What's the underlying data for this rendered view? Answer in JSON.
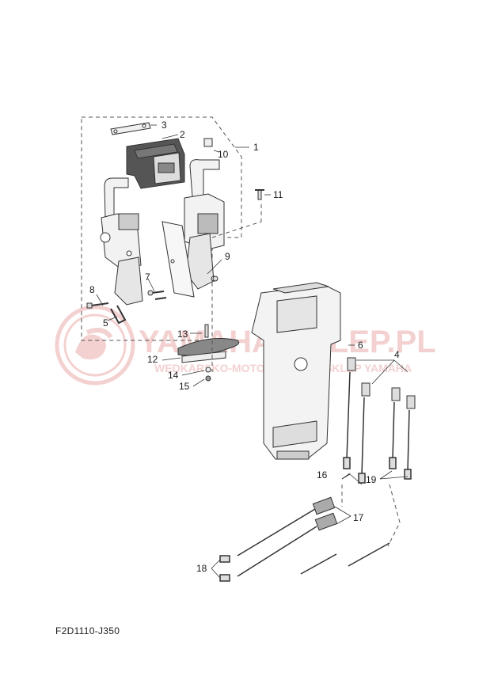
{
  "diagram_code": "F2D1110-J350",
  "watermark": {
    "brand": "YAMAHA-SKLEP.PL",
    "sub": "WĘDKARSKO-MOTOCYKLOWY SKLEP YAMAHA"
  },
  "colors": {
    "line": "#333333",
    "dash": "#555555",
    "part_fill": "#f0f0f0",
    "watermark": "#f2c9c9"
  },
  "callouts": [
    {
      "id": "c1",
      "label": "1"
    },
    {
      "id": "c2",
      "label": "2"
    },
    {
      "id": "c3",
      "label": "3"
    },
    {
      "id": "c4",
      "label": "4"
    },
    {
      "id": "c5",
      "label": "5"
    },
    {
      "id": "c6",
      "label": "6"
    },
    {
      "id": "c7",
      "label": "7"
    },
    {
      "id": "c8",
      "label": "8"
    },
    {
      "id": "c9",
      "label": "9"
    },
    {
      "id": "c10",
      "label": "10"
    },
    {
      "id": "c11",
      "label": "11"
    },
    {
      "id": "c12",
      "label": "12"
    },
    {
      "id": "c13",
      "label": "13"
    },
    {
      "id": "c14",
      "label": "14"
    },
    {
      "id": "c15",
      "label": "15"
    },
    {
      "id": "c16",
      "label": "16"
    },
    {
      "id": "c17",
      "label": "17"
    },
    {
      "id": "c18",
      "label": "18"
    },
    {
      "id": "c19",
      "label": "19"
    }
  ]
}
